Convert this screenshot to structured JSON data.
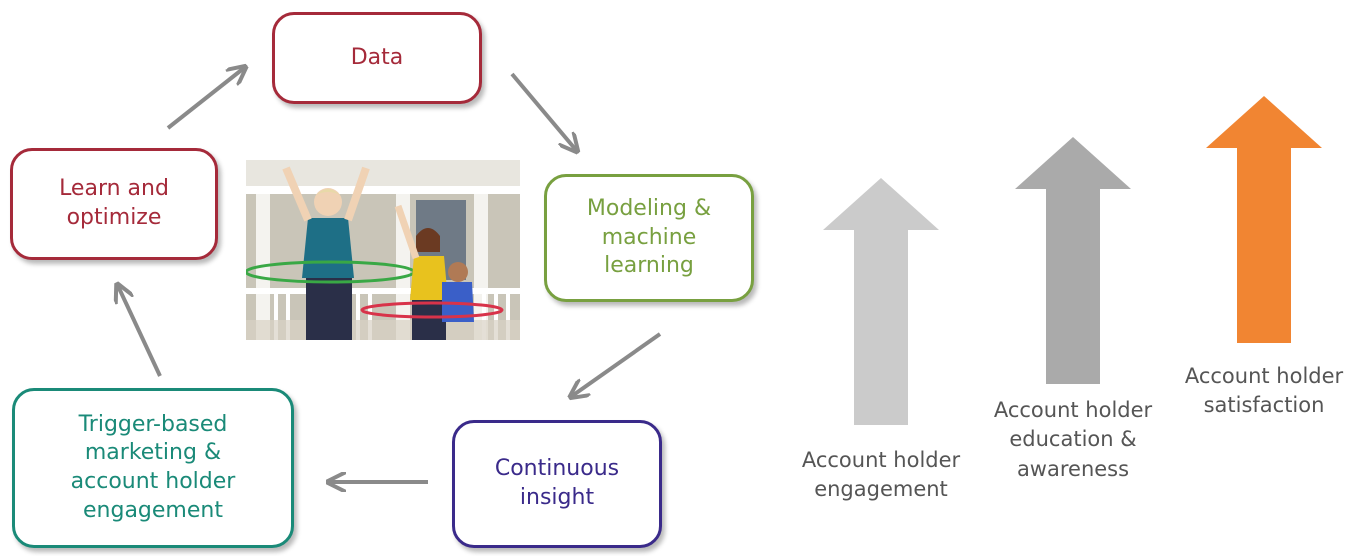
{
  "cycle": {
    "data": "Data",
    "modeling": "Modeling &\nmachine\nlearning",
    "insight": "Continuous\ninsight",
    "trigger": "Trigger-based\nmarketing &\naccount holder\nengagement",
    "learn": "Learn and\noptimize"
  },
  "outcomes": [
    {
      "label": "Account holder\nengagement",
      "color": "#cbcbcb"
    },
    {
      "label": "Account holder\neducation &\nawareness",
      "color": "#aaaaaa"
    },
    {
      "label": "Account holder\nsatisfaction",
      "color": "#f18532"
    }
  ],
  "colors": {
    "data": "#a52a3a",
    "modeling": "#78a040",
    "insight": "#3a2a8a",
    "trigger": "#1a8a78",
    "learn": "#a52a3a",
    "cycle_arrow": "#8a8a8a"
  }
}
